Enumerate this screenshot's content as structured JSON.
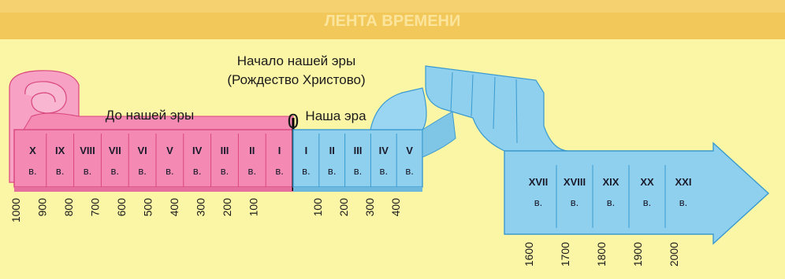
{
  "title": "ЛЕНТА ВРЕМЕНИ",
  "era_start_label_line1": "Начало нашей эры",
  "era_start_label_line2": "(Рождество Христово)",
  "bc_label": "До нашей эры",
  "ad_label": "Наша эра",
  "zero_label": "0",
  "century_suffix": "в.",
  "bc_centuries": [
    "X",
    "IX",
    "VIII",
    "VII",
    "VI",
    "V",
    "IV",
    "III",
    "II",
    "I"
  ],
  "ad_centuries": [
    "I",
    "II",
    "III",
    "IV",
    "V"
  ],
  "late_centuries": [
    "XVII",
    "XVIII",
    "XIX",
    "XX",
    "XXI"
  ],
  "bc_years": [
    "1000",
    "900",
    "800",
    "700",
    "600",
    "500",
    "400",
    "300",
    "200",
    "100"
  ],
  "ad_years": [
    "100",
    "200",
    "300",
    "400"
  ],
  "late_years": [
    "1600",
    "1700",
    "1800",
    "1900",
    "2000"
  ],
  "colors": {
    "background": "#fbf6a6",
    "banner": "#f0c44c",
    "bc_fill": "#f48ab4",
    "bc_stroke": "#d9467d",
    "ad_fill": "#8fd0ee",
    "ad_stroke": "#3a9ad0",
    "zero_line": "#000000"
  }
}
